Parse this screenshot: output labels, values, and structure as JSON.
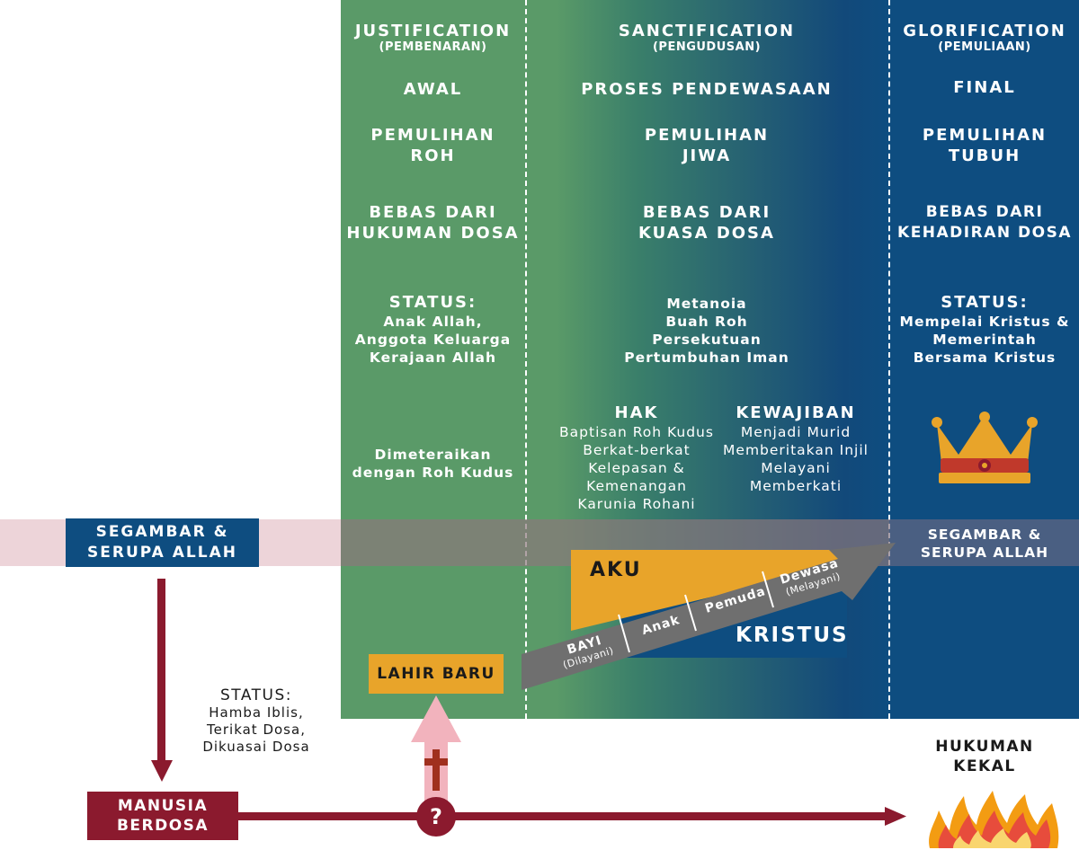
{
  "columns": {
    "justification": {
      "title": "JUSTIFICATION",
      "subtitle": "(PEMBENARAN)",
      "stage": "AWAL",
      "restoration": [
        "PEMULIHAN",
        "ROH"
      ],
      "freedom": [
        "BEBAS DARI",
        "HUKUMAN DOSA"
      ],
      "status_label": "STATUS:",
      "status_lines": [
        "Anak Allah,",
        "Anggota Keluarga",
        "Kerajaan Allah"
      ],
      "sealed": [
        "Dimeteraikan",
        "dengan Roh Kudus"
      ]
    },
    "sanctification": {
      "title": "SANCTIFICATION",
      "subtitle": "(PENGUDUSAN)",
      "stage": "PROSES PENDEWASAAN",
      "restoration": [
        "PEMULIHAN",
        "JIWA"
      ],
      "freedom": [
        "BEBAS DARI",
        "KUASA DOSA"
      ],
      "growth": [
        "Metanoia",
        "Buah Roh",
        "Persekutuan",
        "Pertumbuhan Iman"
      ],
      "rights_title": "HAK",
      "rights": [
        "Baptisan Roh Kudus",
        "Berkat-berkat",
        "Kelepasan &",
        "Kemenangan",
        "Karunia Rohani"
      ],
      "duties_title": "KEWAJIBAN",
      "duties": [
        "Menjadi Murid",
        "Memberitakan Injil",
        "Melayani",
        "Memberkati"
      ]
    },
    "glorification": {
      "title": "GLORIFICATION",
      "subtitle": "(PEMULIAAN)",
      "stage": "FINAL",
      "restoration": [
        "PEMULIHAN",
        "TUBUH"
      ],
      "freedom": [
        "BEBAS DARI",
        "KEHADIRAN DOSA"
      ],
      "status_label": "STATUS:",
      "status_lines": [
        "Mempelai Kristus &",
        "Memerintah",
        "Bersama Kristus"
      ],
      "image_label": [
        "SEGAMBAR &",
        "SERUPA ALLAH"
      ]
    }
  },
  "image_of_god_box": [
    "SEGAMBAR &",
    "SERUPA ALLAH"
  ],
  "sinful_man": {
    "box": [
      "MANUSIA",
      "BERDOSA"
    ],
    "status_label": "STATUS:",
    "status_lines": [
      "Hamba Iblis,",
      "Terikat Dosa,",
      "Dikuasai Dosa"
    ]
  },
  "new_birth": "LAHIR BARU",
  "question_mark": "?",
  "self_label": "AKU",
  "christ_label": "KRISTUS",
  "growth_stages": {
    "bayi": "BAYI",
    "bayi_sub": "(Dilayani)",
    "anak": "Anak",
    "pemuda": "Pemuda",
    "dewasa": "Dewasa",
    "dewasa_sub": "(Melayani)"
  },
  "eternal_punishment": [
    "HUKUMAN",
    "KEKAL"
  ],
  "icons": [
    "crown-icon",
    "cross-icon",
    "fire-icon",
    "question-icon"
  ],
  "colors": {
    "green": "#5a9a68",
    "navy": "#0e4d80",
    "maroon": "#8b1a2e",
    "gold": "#e8a42a",
    "pink": "#f2b3bd",
    "grey_arrow": "#6f6f6f"
  }
}
